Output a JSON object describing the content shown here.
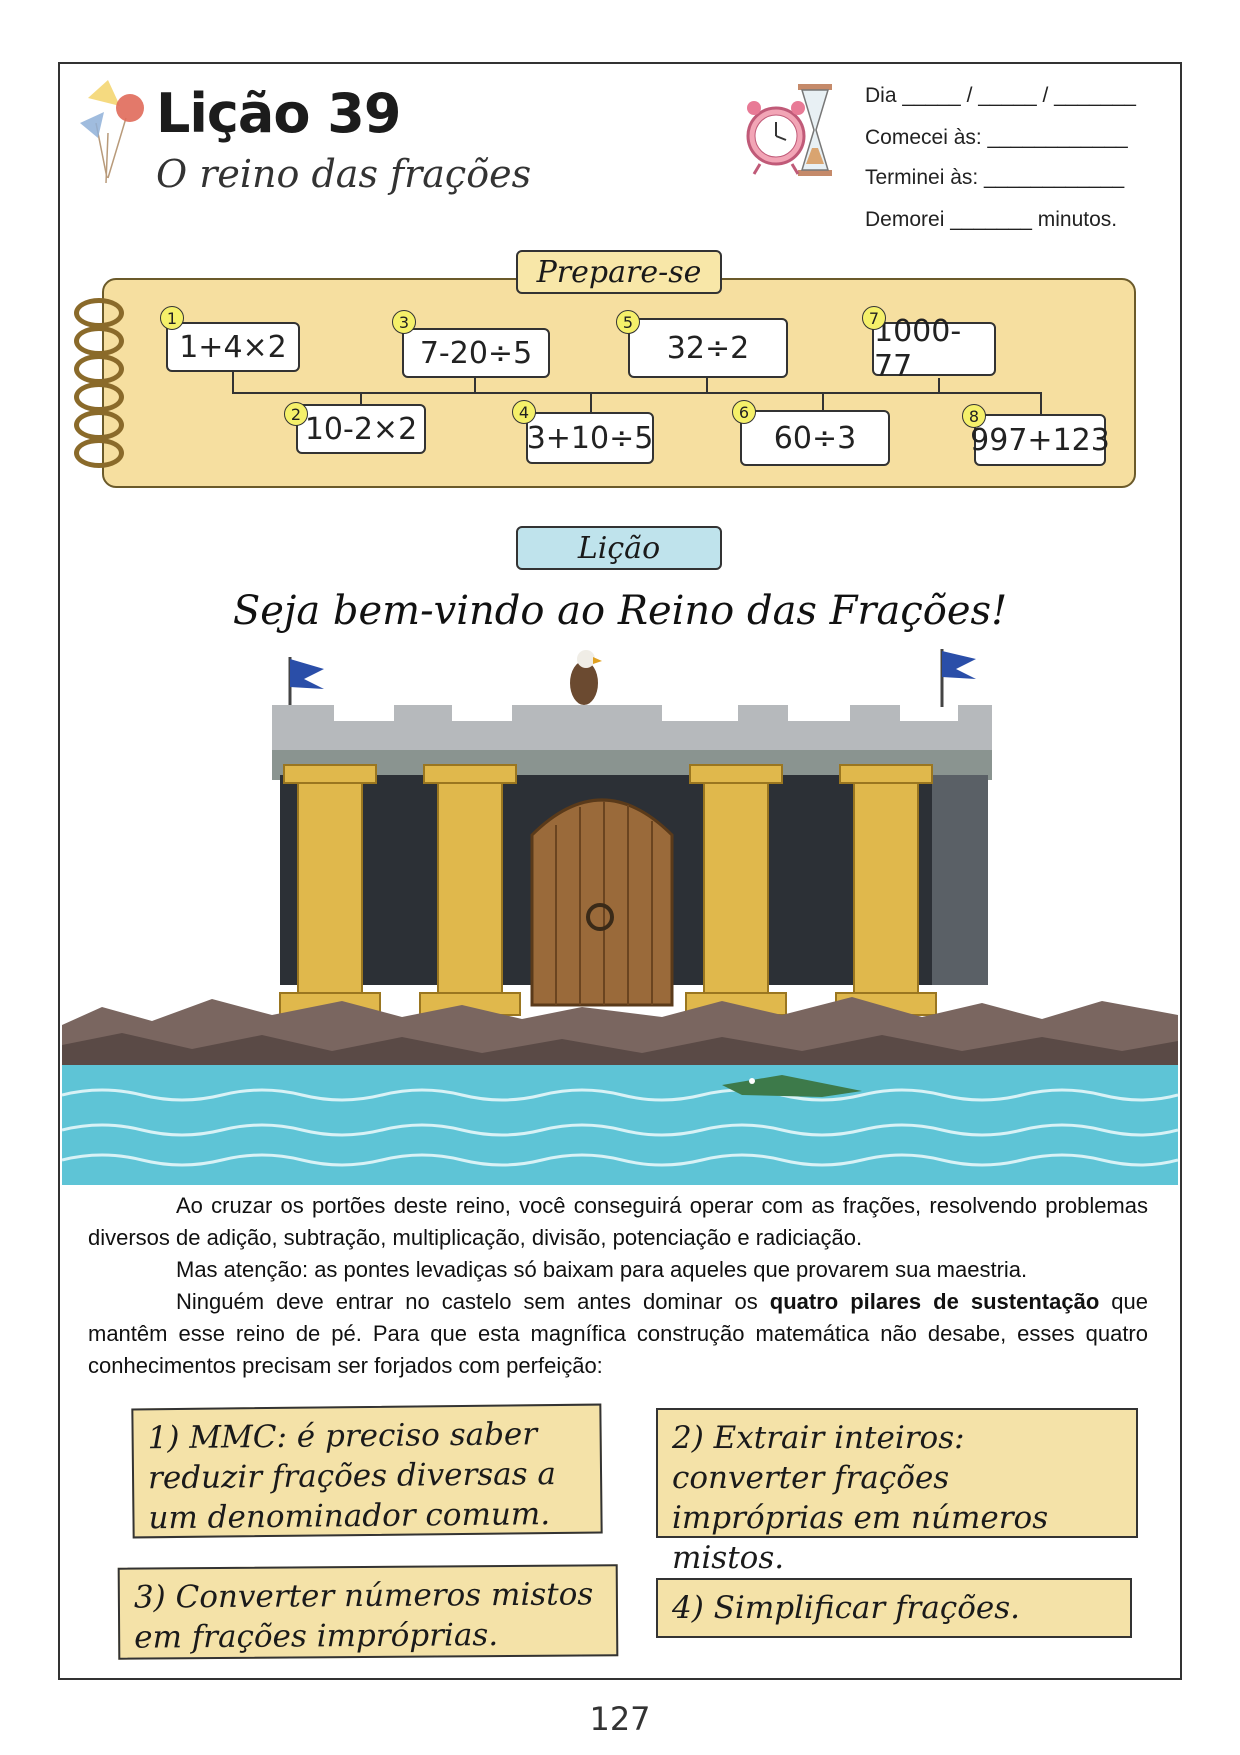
{
  "header": {
    "lesson_title": "Lição 39",
    "lesson_subtitle": "O reino das frações",
    "date_line": "Dia _____ / _____ / _______",
    "start_line": "Comecei às: ____________",
    "end_line": "Terminei às: ____________",
    "duration_line": "Demorei _______ minutos."
  },
  "prepare": {
    "heading": "Prepare-se",
    "questions": [
      {
        "num": "1",
        "expr": "1+4×2"
      },
      {
        "num": "2",
        "expr": "10-2×2"
      },
      {
        "num": "3",
        "expr": "7-20÷5"
      },
      {
        "num": "4",
        "expr": "3+10÷5"
      },
      {
        "num": "5",
        "expr": "32÷2"
      },
      {
        "num": "6",
        "expr": "60÷3"
      },
      {
        "num": "7",
        "expr": "1000-77"
      },
      {
        "num": "8",
        "expr": "997+123"
      }
    ]
  },
  "lesson": {
    "heading": "Lição",
    "welcome": "Seja bem-vindo ao Reino das Frações!",
    "paragraphs": {
      "p1": "Ao cruzar os portões deste reino, você conseguirá operar com as frações, resolvendo problemas diversos de adição, subtração, multiplicação, divisão, potenciação e radiciação.",
      "p2": "Mas atenção: as pontes levadiças só baixam para aqueles que provarem sua maestria.",
      "p3_start": "Ninguém deve entrar no castelo sem antes dominar os ",
      "p3_bold": "quatro pilares de sustentação",
      "p3_end": " que mantêm esse reino de pé. Para que esta magnífica construção matemática não desabe, esses quatro conhecimentos precisam ser forjados com perfeição:"
    },
    "pillars": [
      "1) MMC: é preciso saber reduzir frações diversas a um denominador comum.",
      "2) Extrair inteiros: converter frações impróprias em números mistos.",
      "3) Converter números mistos em frações impróprias.",
      "4) Simplificar frações."
    ]
  },
  "page_number": "127",
  "colors": {
    "prepare_panel": "#f6dfa0",
    "prepare_ribbon": "#f8e7a8",
    "lesson_ribbon": "#bfe3ec",
    "card": "#f4e2a8",
    "water": "#5ec4d6",
    "column": "#e0b84c"
  }
}
